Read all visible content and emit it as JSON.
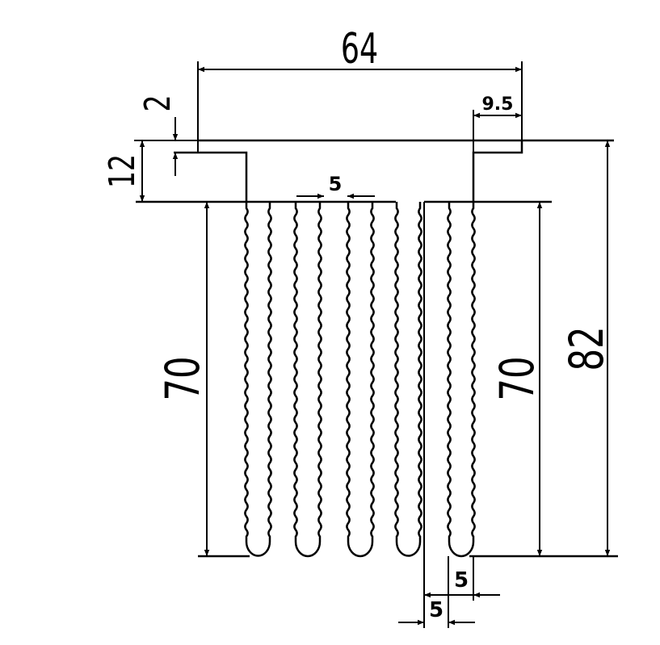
{
  "dimensions": {
    "overall_width": "64",
    "flange_overhang": "9.5",
    "flange_lip": "2",
    "base_thickness": "12",
    "fin_spacing": "5",
    "fin_height_left": "70",
    "fin_height_right": "70",
    "overall_height": "82",
    "fin_thickness": "5",
    "slot_gap": "5"
  },
  "colors": {
    "line": "#000000",
    "background": "#ffffff"
  }
}
